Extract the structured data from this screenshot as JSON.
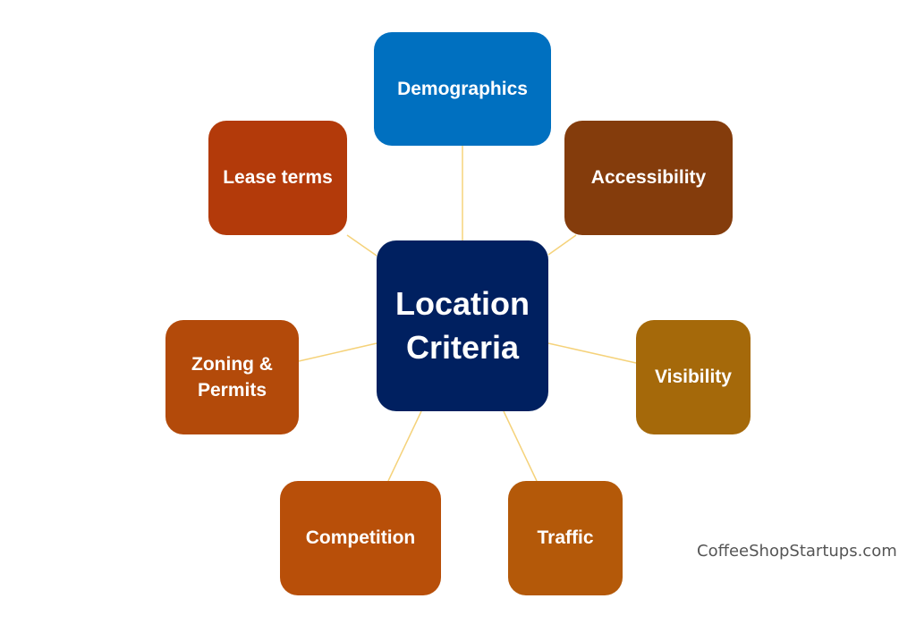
{
  "center": {
    "line1": "Location",
    "line2": "Criteria",
    "color": "#002060"
  },
  "criteria": [
    {
      "id": "demographics",
      "lines": [
        "Demographics"
      ],
      "color": "#0070c0"
    },
    {
      "id": "accessibility",
      "lines": [
        "Accessibility"
      ],
      "color": "#843c0c"
    },
    {
      "id": "lease-terms",
      "lines": [
        "Lease terms"
      ],
      "color": "#b33a0a"
    },
    {
      "id": "zoning-permits",
      "lines": [
        "Zoning &",
        "Permits"
      ],
      "color": "#b34a0a"
    },
    {
      "id": "visibility",
      "lines": [
        "Visibility"
      ],
      "color": "#a5690a"
    },
    {
      "id": "competition",
      "lines": [
        "Competition"
      ],
      "color": "#b84f09"
    },
    {
      "id": "traffic",
      "lines": [
        "Traffic"
      ],
      "color": "#b45909"
    }
  ],
  "connector_color": "#f5d27a",
  "watermark": "CoffeeShopStartups.com"
}
